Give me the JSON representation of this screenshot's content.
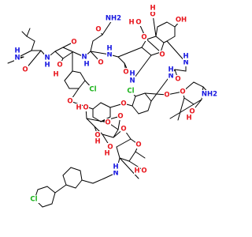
{
  "molecule": {
    "colors": {
      "bond": "#000000",
      "oxygen": "#e8141b",
      "nitrogen": "#1515e0",
      "chlorine": "#19b219"
    },
    "atoms": [
      {
        "id": "me-nh",
        "label": "N",
        "element": "N"
      },
      {
        "id": "h-nh1",
        "label": "H",
        "element": "N"
      },
      {
        "id": "o-amide1",
        "label": "O",
        "element": "O"
      },
      {
        "id": "n-amide1",
        "label": "N",
        "element": "N"
      },
      {
        "id": "h-amide1",
        "label": "H",
        "element": "N"
      },
      {
        "id": "o-beta-oh",
        "label": "O",
        "element": "O"
      },
      {
        "id": "h-beta-oh",
        "label": "H",
        "element": "O"
      },
      {
        "id": "o-amide2",
        "label": "O",
        "element": "O"
      },
      {
        "id": "n-amide2",
        "label": "N",
        "element": "N"
      },
      {
        "id": "h-amide2",
        "label": "H",
        "element": "N"
      },
      {
        "id": "o-asn",
        "label": "O",
        "element": "O"
      },
      {
        "id": "nh2-asn",
        "label": "NH2",
        "element": "N"
      },
      {
        "id": "o-amide3",
        "label": "O",
        "element": "O"
      },
      {
        "id": "n-amide3",
        "label": "N",
        "element": "N"
      },
      {
        "id": "h-amide3",
        "label": "H",
        "element": "N"
      },
      {
        "id": "o-amide4",
        "label": "O",
        "element": "O"
      },
      {
        "id": "cl-1",
        "label": "Cl",
        "element": "Cl"
      },
      {
        "id": "o-ether1",
        "label": "O",
        "element": "O"
      },
      {
        "id": "cl-2",
        "label": "Cl",
        "element": "Cl"
      },
      {
        "id": "o-ether2",
        "label": "O",
        "element": "O"
      },
      {
        "id": "n-amide4",
        "label": "N",
        "element": "N"
      },
      {
        "id": "h-amide4",
        "label": "H",
        "element": "N"
      },
      {
        "id": "o-ar-oh1",
        "label": "O",
        "element": "O"
      },
      {
        "id": "h-ar-oh1",
        "label": "H",
        "element": "O"
      },
      {
        "id": "o-ar-oh2",
        "label": "O",
        "element": "O"
      },
      {
        "id": "h-ar-oh2",
        "label": "H",
        "element": "O"
      },
      {
        "id": "o-ar-oh3",
        "label": "OH",
        "element": "O"
      },
      {
        "id": "n-amide5",
        "label": "N",
        "element": "N"
      },
      {
        "id": "h-amide5",
        "label": "H",
        "element": "N"
      },
      {
        "id": "o-amide5",
        "label": "O",
        "element": "O"
      },
      {
        "id": "o-amide6",
        "label": "O",
        "element": "O"
      },
      {
        "id": "n-amide6",
        "label": "N",
        "element": "N"
      },
      {
        "id": "h-amide6",
        "label": "H",
        "element": "N"
      },
      {
        "id": "o-amide7",
        "label": "O",
        "element": "O"
      },
      {
        "id": "o-glyc1",
        "label": "O",
        "element": "O"
      },
      {
        "id": "o-sugar-ring1",
        "label": "O",
        "element": "O"
      },
      {
        "id": "nh2-sugar",
        "label": "NH2",
        "element": "N"
      },
      {
        "id": "o-sugar-oh",
        "label": "O",
        "element": "O"
      },
      {
        "id": "h-sugar-oh",
        "label": "H",
        "element": "O"
      },
      {
        "id": "o-ch2oh",
        "label": "O",
        "element": "O"
      },
      {
        "id": "h-ch2oh",
        "label": "H",
        "element": "O"
      },
      {
        "id": "o-glc-ring",
        "label": "O",
        "element": "O"
      },
      {
        "id": "o-glc-link",
        "label": "O",
        "element": "O"
      },
      {
        "id": "o-glc-oh1",
        "label": "O",
        "element": "O"
      },
      {
        "id": "h-glc-oh1",
        "label": "H",
        "element": "O"
      },
      {
        "id": "o-glc-oh2",
        "label": "O",
        "element": "O"
      },
      {
        "id": "h-glc-oh2",
        "label": "H",
        "element": "O"
      },
      {
        "id": "o-glc-gly",
        "label": "O",
        "element": "O"
      },
      {
        "id": "o-van-ring",
        "label": "O",
        "element": "O"
      },
      {
        "id": "n-van",
        "label": "N",
        "element": "N"
      },
      {
        "id": "h-van",
        "label": "H",
        "element": "N"
      },
      {
        "id": "o-van-oh",
        "label": "O",
        "element": "O"
      },
      {
        "id": "h-van-oh",
        "label": "H",
        "element": "O"
      },
      {
        "id": "cl-3",
        "label": "Cl",
        "element": "Cl"
      }
    ]
  }
}
